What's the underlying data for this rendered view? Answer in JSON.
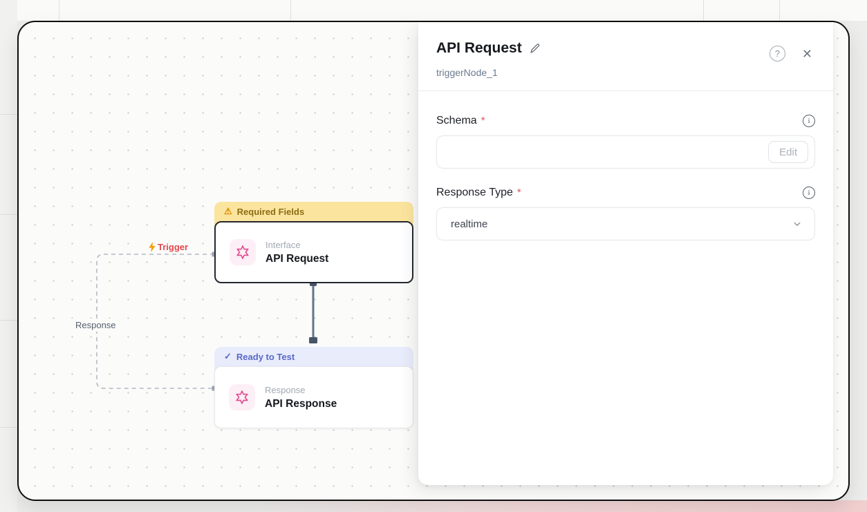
{
  "canvas": {
    "request_node": {
      "banner_icon": "⚠",
      "banner_label": "Required Fields",
      "type_label": "Interface",
      "title": "API Request"
    },
    "response_node": {
      "banner_icon": "✓",
      "banner_label": "Ready to Test",
      "type_label": "Response",
      "title": "API Response"
    },
    "trigger_edge_label": "Trigger",
    "response_edge_label": "Response"
  },
  "panel": {
    "title": "API Request",
    "node_id": "triggerNode_1",
    "help_icon": "?",
    "close_icon": "✕",
    "info_icon": "i",
    "schema": {
      "label": "Schema",
      "required_mark": "*",
      "value": "",
      "edit_button": "Edit"
    },
    "response_type": {
      "label": "Response Type",
      "required_mark": "*",
      "value": "realtime"
    }
  },
  "colors": {
    "accent_pink": "#ec4899",
    "warning_banner_bg": "#fbe59e",
    "warning_banner_text": "#8d6b14",
    "ready_banner_bg": "#e8ecfb",
    "ready_banner_text": "#5a68c6",
    "trigger_red": "#e5484d",
    "selected_border": "#23272e",
    "required_red": "#e25555"
  }
}
